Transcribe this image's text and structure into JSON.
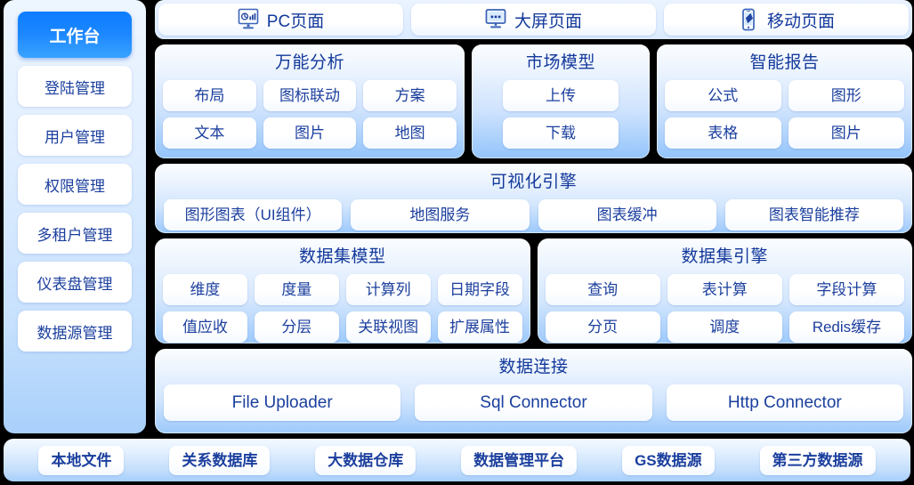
{
  "sidebar": {
    "items": [
      {
        "label": "工作台",
        "active": true
      },
      {
        "label": "登陆管理",
        "active": false
      },
      {
        "label": "用户管理",
        "active": false
      },
      {
        "label": "权限管理",
        "active": false
      },
      {
        "label": "多租户管理",
        "active": false
      },
      {
        "label": "仪表盘管理",
        "active": false
      },
      {
        "label": "数据源管理",
        "active": false
      }
    ]
  },
  "tabs": [
    {
      "label": "PC页面",
      "icon": "monitor-chart-icon"
    },
    {
      "label": "大屏页面",
      "icon": "large-screen-icon"
    },
    {
      "label": "移动页面",
      "icon": "mobile-phone-icon"
    }
  ],
  "modules": [
    {
      "title": "万能分析",
      "rows": [
        [
          "布局",
          "图标联动",
          "方案"
        ],
        [
          "文本",
          "图片",
          "地图"
        ]
      ]
    },
    {
      "title": "市场模型",
      "rows": [
        [
          "上传"
        ],
        [
          "下载"
        ]
      ]
    },
    {
      "title": "智能报告",
      "rows": [
        [
          "公式",
          "图形"
        ],
        [
          "表格",
          "图片"
        ]
      ]
    }
  ],
  "viz_engine": {
    "title": "可视化引擎",
    "items": [
      "图形图表（UI组件）",
      "地图服务",
      "图表缓冲",
      "图表智能推荐"
    ]
  },
  "dataset_panels": [
    {
      "title": "数据集模型",
      "rows": [
        [
          "维度",
          "度量",
          "计算列",
          "日期字段"
        ],
        [
          "值应收",
          "分层",
          "关联视图",
          "扩展属性"
        ]
      ]
    },
    {
      "title": "数据集引擎",
      "rows": [
        [
          "查询",
          "表计算",
          "字段计算"
        ],
        [
          "分页",
          "调度",
          "Redis缓存"
        ]
      ]
    }
  ],
  "data_connect": {
    "title": "数据连接",
    "items": [
      "File Uploader",
      "Sql Connector",
      "Http Connector"
    ]
  },
  "sources": [
    "本地文件",
    "关系数据库",
    "大数据仓库",
    "数据管理平台",
    "GS数据源",
    "第三方数据源"
  ],
  "colors": {
    "accent": "#1677ff",
    "text": "#1b3f9e",
    "title": "#13399b",
    "panel_bottom": "#9cc9fb",
    "background": "#000000"
  }
}
